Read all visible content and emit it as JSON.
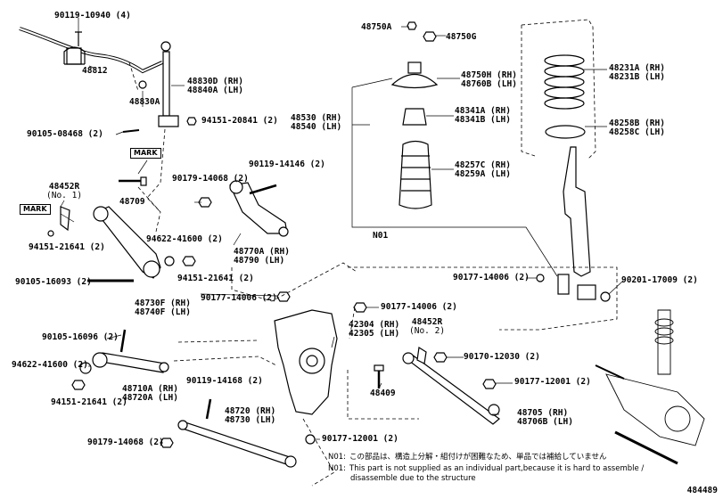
{
  "labels": {
    "p_90119_10940": "90119-10940 (4)",
    "p_48812": "48812",
    "p_48830A": "48830A",
    "p_48830D": "48830D (RH)",
    "p_48840A": "48840A (LH)",
    "p_90105_08468": "90105-08468 (2)",
    "p_94151_20841": "94151-20841 (2)",
    "p_48709": "48709",
    "p_48452R_1": "48452R",
    "p_48452R_1_sub": "(No. 1)",
    "p_94151_21641_a": "94151-21641 (2)",
    "p_90179_14068_a": "90179-14068 (2)",
    "p_90119_14146": "90119-14146 (2)",
    "p_94622_41600_a": "94622-41600 (2)",
    "p_48770A": "48770A (RH)",
    "p_48790": "48790 (LH)",
    "p_94151_21641_b": "94151-21641 (2)",
    "p_90105_16093": "90105-16093 (2)",
    "p_90177_14006_a": "90177-14006 (2)",
    "p_48730F": "48730F (RH)",
    "p_48740F": "48740F (LH)",
    "p_90105_16096": "90105-16096 (2)",
    "p_94622_41600_b": "94622-41600 (2)",
    "p_48710A": "48710A (RH)",
    "p_48720A": "48720A (LH)",
    "p_94151_21641_c": "94151-21641 (2)",
    "p_90119_14168": "90119-14168 (2)",
    "p_48720": "48720 (RH)",
    "p_48730": "48730 (LH)",
    "p_90179_14068_b": "90179-14068 (2)",
    "p_48750A": "48750A",
    "p_48750G": "48750G",
    "p_48750H": "48750H (RH)",
    "p_48760B": "48760B (LH)",
    "p_48530": "48530 (RH)",
    "p_48540": "48540 (LH)",
    "p_48341A": "48341A (RH)",
    "p_48341B": "48341B (LH)",
    "p_48257C": "48257C (RH)",
    "p_48259A": "48259A (LH)",
    "p_N01": "N01",
    "p_48231A": "48231A (RH)",
    "p_48231B": "48231B (LH)",
    "p_48258B": "48258B (RH)",
    "p_48258C": "48258C (LH)",
    "p_90177_14006_b": "90177-14006 (2)",
    "p_90201_17009": "90201-17009 (2)",
    "p_90177_14006_c": "90177-14006 (2)",
    "p_42304": "42304 (RH)",
    "p_42305": "42305 (LH)",
    "p_48452R_2": "48452R",
    "p_48452R_2_sub": "(No. 2)",
    "p_90170_12030": "90170-12030 (2)",
    "p_48409": "48409",
    "p_90177_12001_a": "90177-12001 (2)",
    "p_48705": "48705 (RH)",
    "p_48706B": "48706B (LH)",
    "p_90177_12001_b": "90177-12001 (2)"
  },
  "marks": {
    "mark1": "MARK",
    "mark2": "MARK"
  },
  "notes": {
    "n1_id": "N01:",
    "n1_text": "この部品は、構造上分解・組付けが困難なため、単品では補給していません",
    "n2_id": "N01:",
    "n2_text": "This part is not supplied as an individual part,because it is hard to assemble /",
    "n2_text2": "disassemble due to the structure"
  },
  "figure_number": "484489"
}
